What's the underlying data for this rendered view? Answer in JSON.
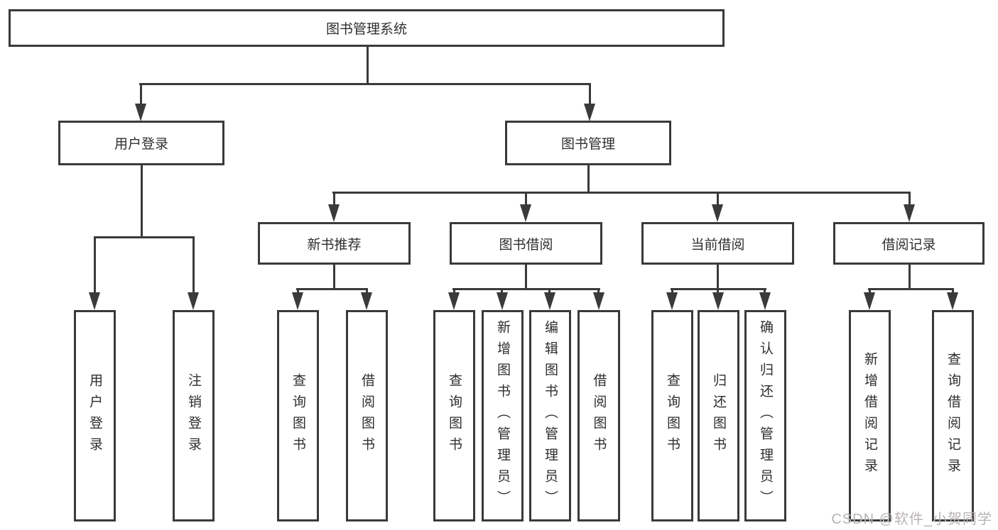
{
  "diagram": {
    "root": {
      "label": "图书管理系统"
    },
    "level1": {
      "user_login": {
        "label": "用户登录"
      },
      "book_management": {
        "label": "图书管理"
      }
    },
    "level2": {
      "new_book_recommend": {
        "label": "新书推荐"
      },
      "book_borrow": {
        "label": "图书借阅"
      },
      "current_borrow": {
        "label": "当前借阅"
      },
      "borrow_records": {
        "label": "借阅记录"
      }
    },
    "leaves": {
      "user_login": {
        "label": "用户登录"
      },
      "logout": {
        "label": "注销登录"
      },
      "nbr_query_book": {
        "label": "查询图书"
      },
      "nbr_borrow_book": {
        "label": "借阅图书"
      },
      "bb_query_book": {
        "label": "查询图书"
      },
      "bb_add_book": {
        "label": "新增图书（管理员）"
      },
      "bb_edit_book": {
        "label": "编辑图书（管理员）"
      },
      "bb_borrow_book": {
        "label": "借阅图书"
      },
      "cb_query_book": {
        "label": "查询图书"
      },
      "cb_return_book": {
        "label": "归还图书"
      },
      "cb_confirm_return": {
        "label": "确认归还（管理员）"
      },
      "br_add_record": {
        "label": "新增借阅记录"
      },
      "br_query_record": {
        "label": "查询借阅记录"
      }
    }
  },
  "watermark": {
    "text": "CSDN @软件_小贺同学"
  },
  "colors": {
    "line": "#3a3a3a",
    "text": "#2e2e2e",
    "background": "#ffffff",
    "watermark": "#b9b3b3"
  }
}
